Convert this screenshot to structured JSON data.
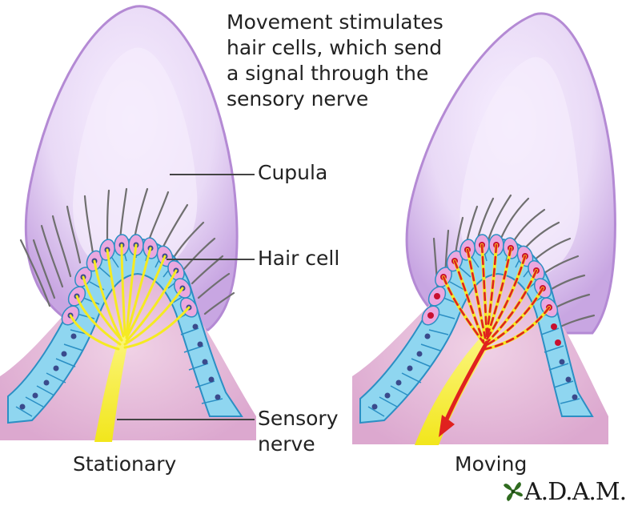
{
  "caption": {
    "lines": [
      "Movement stimulates",
      "hair cells, which send",
      "a signal through the",
      "sensory nerve"
    ]
  },
  "labels": {
    "cupula": "Cupula",
    "hair_cell": "Hair cell",
    "sensory_nerve": [
      "Sensory",
      "nerve"
    ]
  },
  "panels": {
    "left": "Stationary",
    "right": "Moving"
  },
  "logo": {
    "text": "A.D.A.M.",
    "icon": "leaf-icon"
  },
  "colors": {
    "cupula": "#c9a9e0",
    "tissue": "#e8c0dc",
    "support_cell": "#86d3ee",
    "hair_cell": "#e7a6dd",
    "nerve": "#f6ee2c",
    "signal": "#e0211f"
  }
}
